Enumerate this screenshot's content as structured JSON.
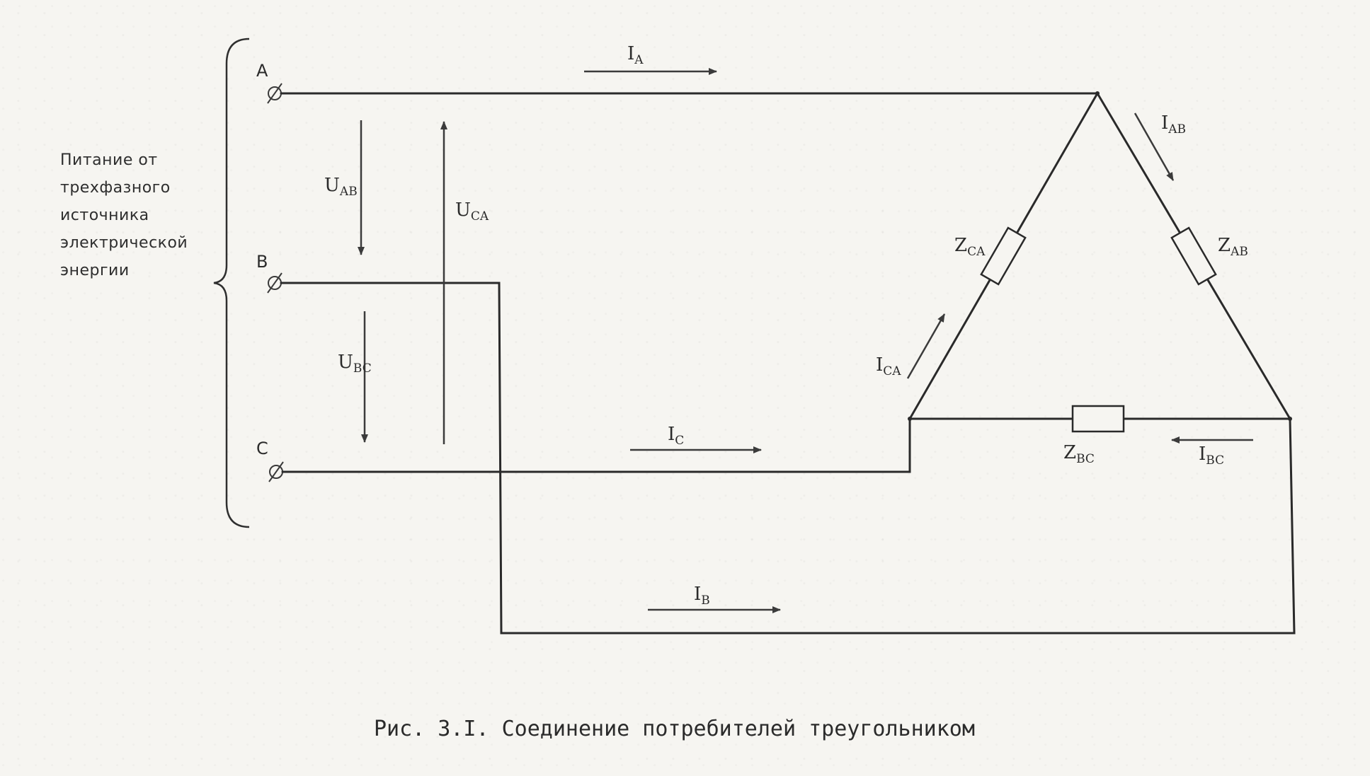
{
  "terminals": {
    "a": "A",
    "b": "B",
    "c": "C"
  },
  "source_note": [
    "Питание от",
    "трехфазного",
    "источника",
    "электрической",
    "энергии"
  ],
  "currents": {
    "i_a": {
      "main": "I",
      "sub": "A"
    },
    "i_b": {
      "main": "I",
      "sub": "B"
    },
    "i_c": {
      "main": "I",
      "sub": "C"
    },
    "i_ab": {
      "main": "I",
      "sub": "AB"
    },
    "i_bc": {
      "main": "I",
      "sub": "BC"
    },
    "i_ca": {
      "main": "I",
      "sub": "CA"
    }
  },
  "voltages": {
    "u_ab": {
      "main": "U",
      "sub": "AB"
    },
    "u_bc": {
      "main": "U",
      "sub": "BC"
    },
    "u_ca": {
      "main": "U",
      "sub": "CA"
    }
  },
  "impedances": {
    "z_ab": {
      "main": "Z",
      "sub": "AB"
    },
    "z_bc": {
      "main": "Z",
      "sub": "BC"
    },
    "z_ca": {
      "main": "Z",
      "sub": "CA"
    }
  },
  "caption": "Рис. 3.I. Соединение потребителей треугольником"
}
